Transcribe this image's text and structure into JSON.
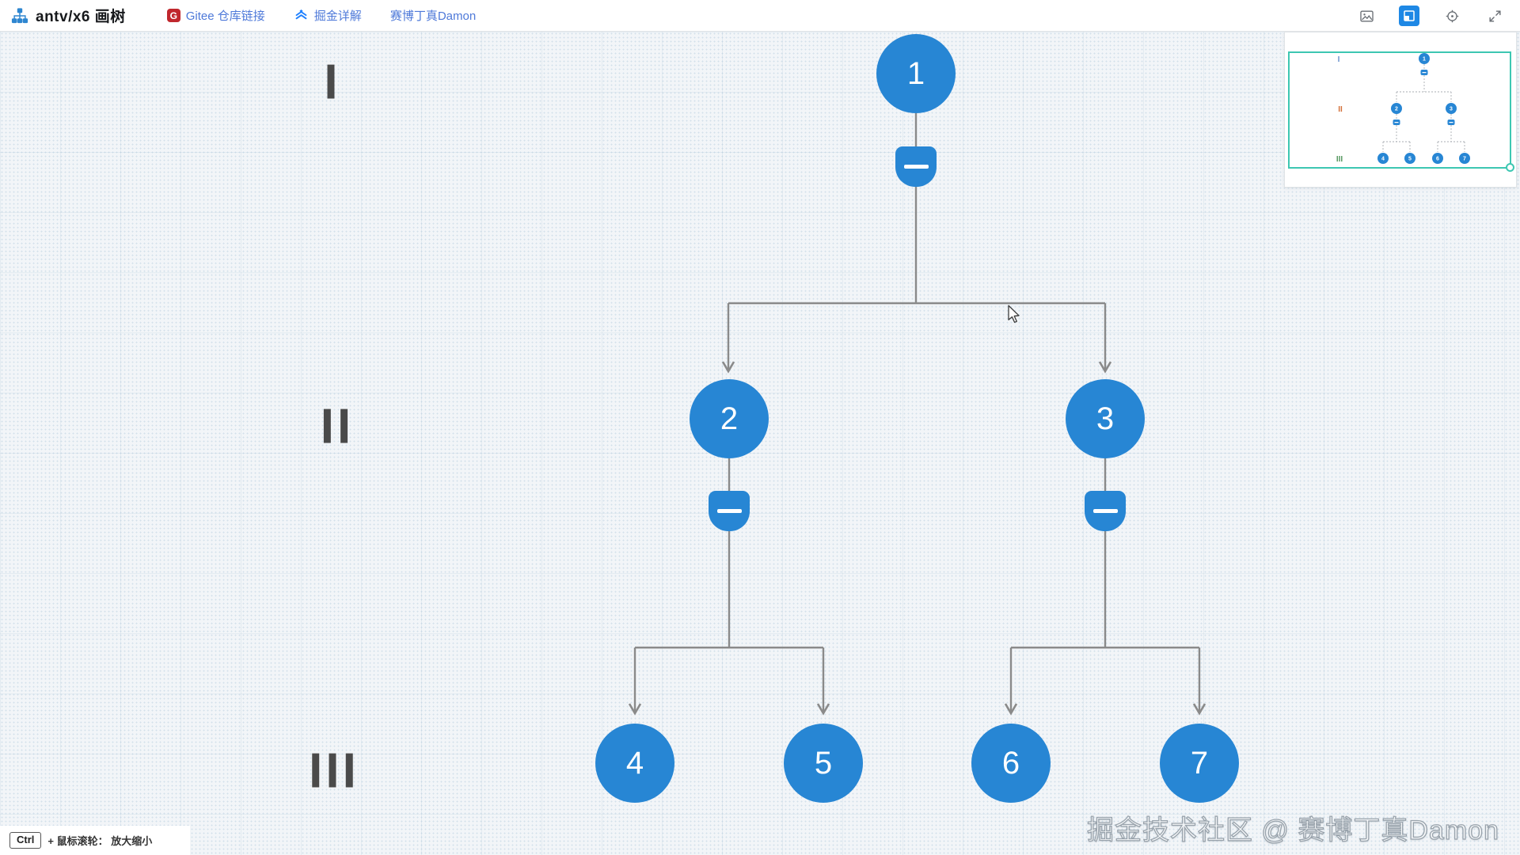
{
  "header": {
    "logo_title": "antv/x6 画树",
    "links": [
      {
        "id": "gitee",
        "label": "Gitee 仓库链接",
        "icon": "gitee-icon",
        "badge_letter": "G"
      },
      {
        "id": "juejin",
        "label": "掘金详解",
        "icon": "juejin-icon"
      },
      {
        "id": "damon",
        "label": "赛博丁真Damon"
      }
    ],
    "tools": [
      {
        "id": "export-image",
        "icon": "image-icon"
      },
      {
        "id": "minimap-toggle",
        "icon": "minimap-icon",
        "active": true
      },
      {
        "id": "locate-center",
        "icon": "target-icon"
      },
      {
        "id": "fullscreen",
        "icon": "fullscreen-icon"
      }
    ]
  },
  "canvas": {
    "levels": [
      "I",
      "II",
      "III"
    ],
    "nodes": [
      {
        "label": "1"
      },
      {
        "label": "2"
      },
      {
        "label": "3"
      },
      {
        "label": "4"
      },
      {
        "label": "5"
      },
      {
        "label": "6"
      },
      {
        "label": "7"
      }
    ],
    "tree": {
      "root": "1",
      "children": {
        "1": [
          "2",
          "3"
        ],
        "2": [
          "4",
          "5"
        ],
        "3": [
          "6",
          "7"
        ]
      }
    },
    "collapse_buttons": 3
  },
  "minimap": {
    "visible": true
  },
  "hint": {
    "key": "Ctrl",
    "text": "+ 鼠标滚轮： 放大缩小"
  },
  "watermark": "掘金技术社区 @ 赛博丁真Damon",
  "colors": {
    "node_fill": "#2786d4",
    "edge": "#8a8a8a",
    "minimap_viewport": "#3dc7b2",
    "toolbar_active_bg": "#1e88e5",
    "gitee_red": "#c0272d",
    "juejin_blue": "#1e80ff",
    "link_text": "#4e79d9",
    "level_label": "#4a4a4a",
    "minimap_level_colors": [
      "#6b93cf",
      "#d4713a",
      "#55985f"
    ]
  }
}
